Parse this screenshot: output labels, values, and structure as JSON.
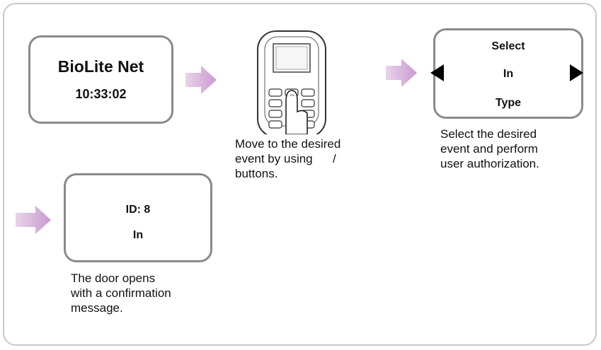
{
  "screen1": {
    "title": "BioLite Net",
    "time": "10:33:02"
  },
  "screen2": {
    "line1": "Select",
    "line2": "In",
    "line3": "Type"
  },
  "screen3": {
    "line1": "ID: 8",
    "line2": "In"
  },
  "captions": {
    "device": [
      "Move to the desired",
      "event by using      /",
      "buttons."
    ],
    "select": [
      "Select the desired",
      "event and perform",
      "user authorization."
    ],
    "door": [
      "The door opens",
      "with a confirmation",
      "message."
    ]
  },
  "colors": {
    "arrow": "#d8b4dc",
    "border": "#8a8a8a",
    "frame": "#c8c8c8"
  },
  "icons": [
    "right-arrow-icon",
    "left-triangle-icon",
    "right-triangle-icon",
    "device-hand-icon"
  ]
}
